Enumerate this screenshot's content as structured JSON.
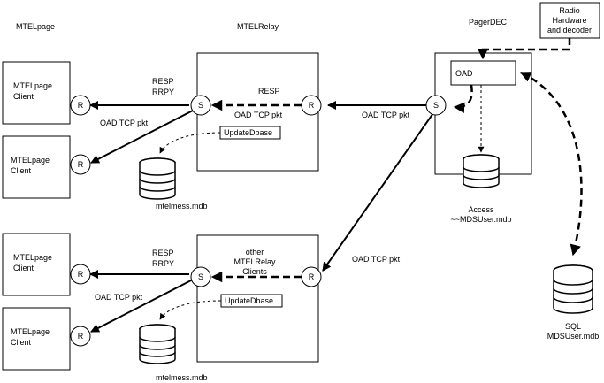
{
  "headers": {
    "mtelpage": "MTELpage",
    "mtelrelay": "MTELRelay",
    "pagerdec": "PagerDEC"
  },
  "radio": {
    "line1": "Radio",
    "line2": "Hardware",
    "line3": "and decoder"
  },
  "clients": [
    {
      "line1": "MTELpage",
      "line2": "Client"
    },
    {
      "line1": "MTELpage",
      "line2": "Client"
    },
    {
      "line1": "MTELpage",
      "line2": "Client"
    },
    {
      "line1": "MTELpage",
      "line2": "Client"
    }
  ],
  "nodes": {
    "r": "R",
    "s": "S"
  },
  "labels": {
    "resp": "RESP",
    "rrpy": "RRPY",
    "oad_tcp_pkt": "OAD TCP pkt",
    "update_dbase": "UpdateDbase",
    "oad": "OAD",
    "other_relay": {
      "line1": "other",
      "line2": "MTELRelay",
      "line3": "Clients"
    }
  },
  "databases": {
    "mtelmess": "mtelmess.mdb",
    "access": {
      "line1": "Access",
      "line2": "~~MDSUser.mdb"
    },
    "sql": {
      "line1": "SQL",
      "line2": "MDSUser.mdb"
    }
  }
}
